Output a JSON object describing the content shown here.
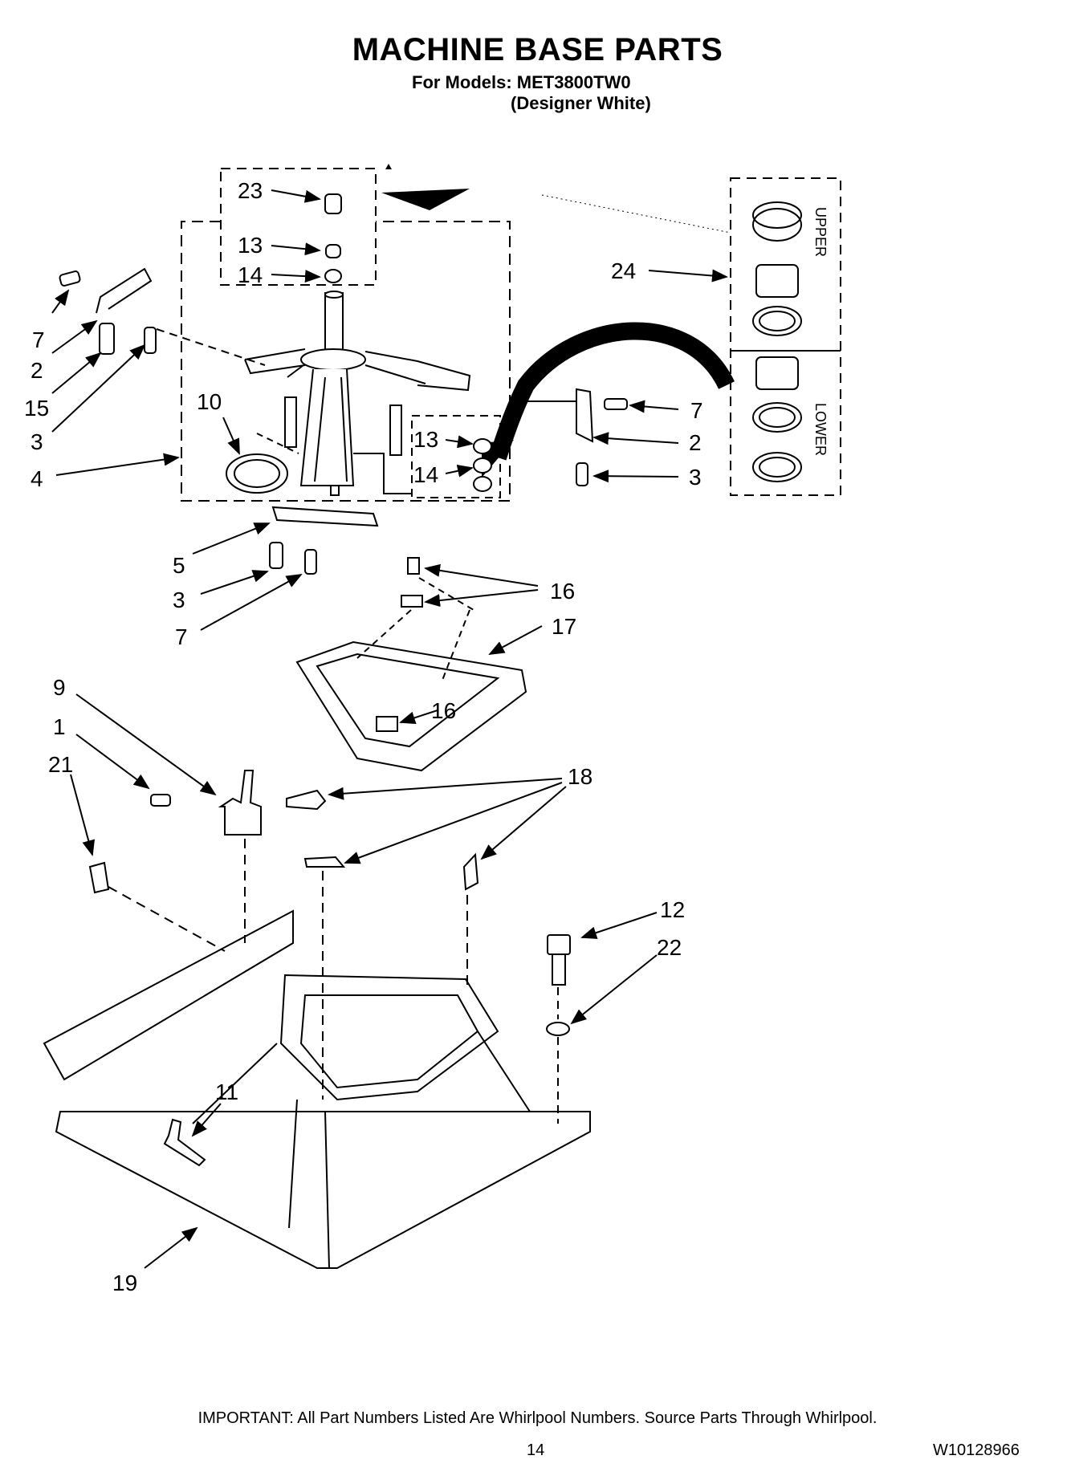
{
  "header": {
    "title": "MACHINE BASE PARTS",
    "models_line": "For Models: MET3800TW0",
    "variant_line": "(Designer White)"
  },
  "diagram": {
    "kit_labels": {
      "upper": "UPPER",
      "lower": "LOWER"
    },
    "callouts": [
      "23",
      "13",
      "14",
      "24",
      "7",
      "2",
      "15",
      "3",
      "4",
      "10",
      "7",
      "2",
      "3",
      "13",
      "14",
      "5",
      "3",
      "7",
      "16",
      "17",
      "16",
      "9",
      "1",
      "21",
      "18",
      "12",
      "22",
      "11",
      "19"
    ]
  },
  "footer": {
    "important_note": "IMPORTANT: All Part Numbers Listed Are Whirlpool Numbers. Source Parts Through Whirlpool.",
    "page_number": "14",
    "document_code": "W10128966"
  }
}
